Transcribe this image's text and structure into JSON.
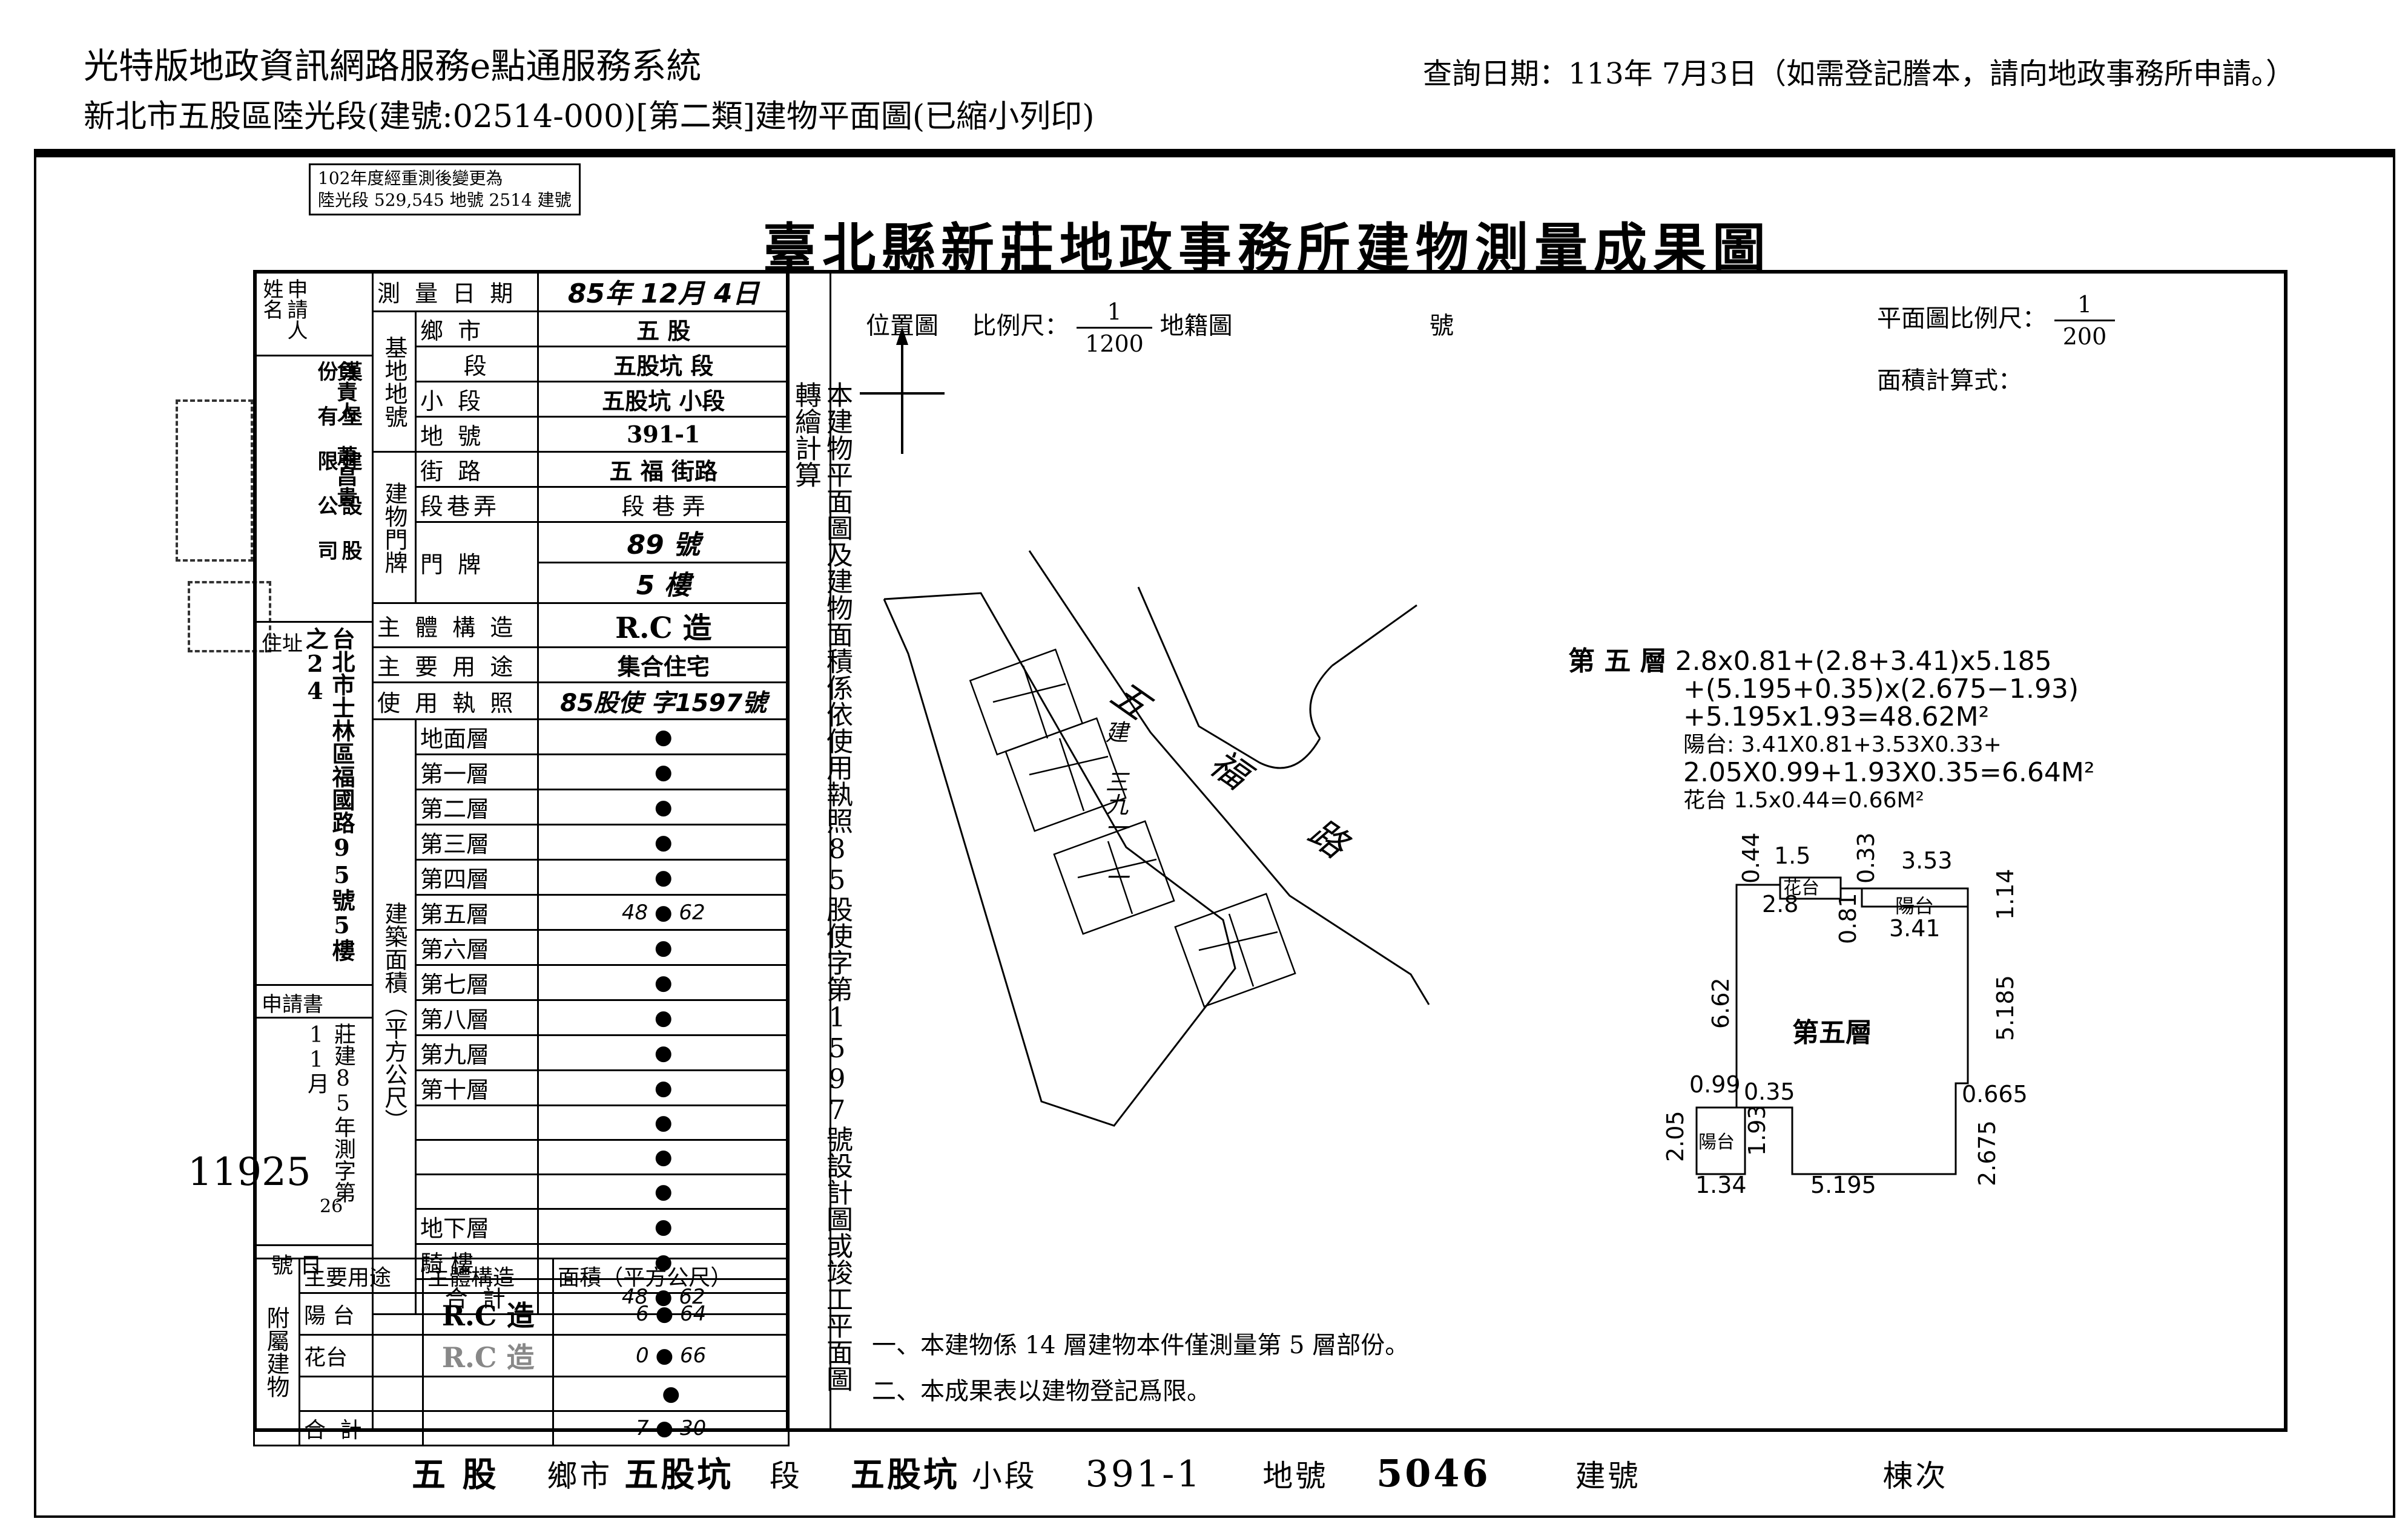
{
  "header": {
    "system_title": "光特版地政資訊網路服務e點通服務系統",
    "subtitle": "新北市五股區陸光段(建號:02514-000)[第二類]建物平面圖(已縮小列印)",
    "query_date": "查詢日期：113年 7月3日（如需登記謄本，請向地政事務所申請。）"
  },
  "stamp_note": "102年度經重測後變更為\n陸光段 529,545 地號 2514 建號",
  "main_title": "臺北縣新莊地政事務所建物測量成果圖",
  "left_panel": {
    "applicant_label": "申請人姓名",
    "applicant_company": "漢 堡 建 設 股 份 有 限 公 司",
    "responsible_label": "負責人",
    "responsible_name": "蕭昌貴",
    "address_label": "住址",
    "address_value": "台北市士林區福國路95號5樓之24",
    "application_label": "申請書",
    "application_value": "莊建85年測字第11月",
    "application_no": "11925",
    "application_day": "26",
    "number_date_label": "號 日",
    "survey_date_label": "測 量 日 期",
    "survey_date_value": "85年 12月 4日",
    "base_label": "基地地號",
    "township_label": "鄉 市",
    "township_value": "五 股",
    "section_label": "段",
    "section_value": "五股坑 段",
    "subsection_label": "小 段",
    "subsection_value": "五股坑 小段",
    "lot_label": "地 號",
    "lot_value": "391-1",
    "doorplate_label": "建物門牌",
    "street_label": "街 路",
    "street_value": "五 福 街路",
    "lane_label": "段巷弄",
    "lane_value": "段 巷 弄",
    "door_label": "門 牌",
    "door_number": "89 號",
    "door_floor": "5 樓",
    "structure_label": "主 體 構 造",
    "structure_value": "R.C 造",
    "usage_label": "主 要 用 途",
    "usage_value": "集合住宅",
    "license_label": "使 用 執 照",
    "license_value": "85股使 字1597號",
    "area_label": "建築面積（平方公尺）",
    "floors": [
      {
        "name": "地面層",
        "value": "●"
      },
      {
        "name": "第一層",
        "value": "●"
      },
      {
        "name": "第二層",
        "value": "●"
      },
      {
        "name": "第三層",
        "value": "●"
      },
      {
        "name": "第四層",
        "value": "●"
      },
      {
        "name": "第五層",
        "value": "48 ● 62"
      },
      {
        "name": "第六層",
        "value": "●"
      },
      {
        "name": "第七層",
        "value": "●"
      },
      {
        "name": "第八層",
        "value": "●"
      },
      {
        "name": "第九層",
        "value": "●"
      },
      {
        "name": "第十層",
        "value": "●"
      },
      {
        "name": "",
        "value": "●"
      },
      {
        "name": "",
        "value": "●"
      },
      {
        "name": "",
        "value": "●"
      },
      {
        "name": "地下層",
        "value": "●"
      },
      {
        "name": "騎 樓",
        "value": "●"
      }
    ],
    "total_label": "合 計",
    "total_value": "48 ● 62",
    "annex_label": "附屬建物",
    "annex_headers": [
      "主要用途",
      "主體構造",
      "面積（平方公尺）"
    ],
    "annex_rows": [
      {
        "use": "陽 台",
        "structure": "R.C 造",
        "area": "6 ● 64"
      },
      {
        "use": "花台",
        "structure": "R.C 造",
        "area": "0 ● 66"
      },
      {
        "use": "",
        "structure": "",
        "area": "●"
      },
      {
        "use": "合 計",
        "structure": "",
        "area": "7 ● 30"
      }
    ]
  },
  "middle_note": "本建物平面圖及建物面積係依使用執照85股使字第1597號設計圖或竣工平面圖轉繪計算",
  "site_map": {
    "label_position": "位置圖",
    "label_scale": "比例尺：",
    "scale_num": "1",
    "scale_den": "1200",
    "label_cadastral": "地籍圖",
    "label_number": "號",
    "road_label": "五 福 路",
    "building_label": "建 三九一 一"
  },
  "plan": {
    "scale_label": "平面圖比例尺：",
    "scale_num": "1",
    "scale_den": "200",
    "area_calc_label": "面積計算式：",
    "floor_label": "第 五 層",
    "formula_lines": [
      "2.8x0.81+(2.8+3.41)x5.185",
      "+(5.195+0.35)x(2.675−1.93)",
      "+5.195x1.93=48.62M²"
    ],
    "balcony_formula": [
      "陽台: 3.41X0.81+3.53X0.33+",
      "2.05X0.99+1.93X0.35=6.64M²"
    ],
    "planter_formula": "花台 1.5x0.44=0.66M²",
    "dims": {
      "d044": "0.44",
      "d15": "1.5",
      "d033": "0.33",
      "d353": "3.53",
      "d28": "2.8",
      "d081": "0.81",
      "d341": "3.41",
      "d114": "1.14",
      "d662": "6.62",
      "d5185": "5.185",
      "d099": "0.99",
      "d035": "0.35",
      "d0665": "0.665",
      "d205": "2.05",
      "d193": "1.93",
      "d2675": "2.675",
      "d134": "1.34",
      "d5195": "5.195"
    },
    "room_planter": "花台",
    "room_balcony_top": "陽台",
    "room_balcony_left": "陽台",
    "room_main": "第五層"
  },
  "notes": [
    "一、本建物係 14 層建物本件僅測量第 5 層部份。",
    "二、本成果表以建物登記爲限。"
  ],
  "bottom": {
    "township": "五 股",
    "township_label": "鄉市",
    "section": "五股坑",
    "section_label": "段",
    "subsection": "五股坑",
    "subsection_label": "小段",
    "lot": "391-1",
    "lot_label": "地號",
    "building_no": "5046",
    "building_label": "建號",
    "building_count_label": "棟次"
  }
}
